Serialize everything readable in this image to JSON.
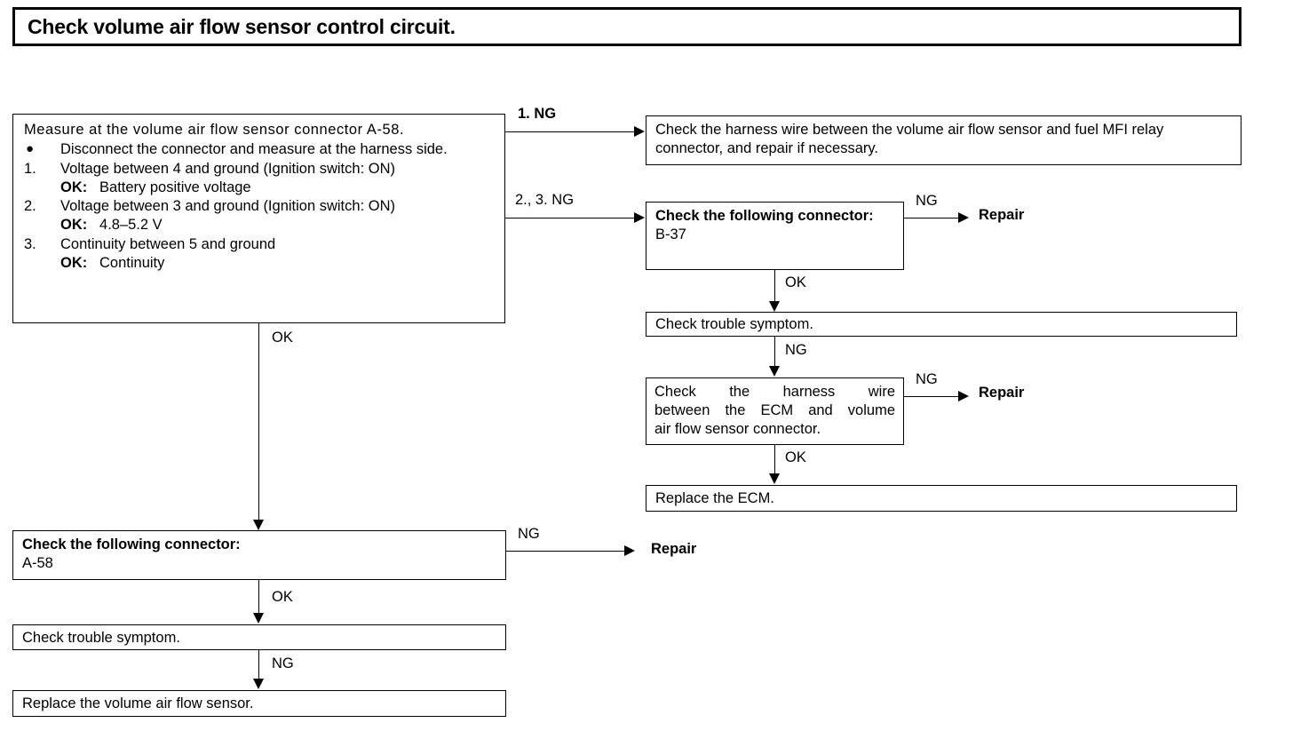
{
  "title": "Check volume air flow sensor control circuit.",
  "diagram_type": "troubleshooting-flowchart",
  "main_box": {
    "headline": "Measure at the volume air flow sensor connector A-58.",
    "items": [
      {
        "marker": "●",
        "text": "Disconnect the connector and measure at the harness side.",
        "sub": ""
      },
      {
        "marker": "1.",
        "text": "Voltage between 4 and ground (Ignition switch: ON)",
        "sub_label": "OK:",
        "sub": "Battery positive voltage"
      },
      {
        "marker": "2.",
        "text": "Voltage between 3 and ground (Ignition switch: ON)",
        "sub_label": "OK:",
        "sub": "4.8–5.2 V"
      },
      {
        "marker": "3.",
        "text": "Continuity between 5 and ground",
        "sub_label": "OK:",
        "sub": "Continuity"
      }
    ]
  },
  "boxes": {
    "harness_fuel": "Check the harness wire between the volume air flow sensor and fuel MFI relay connector, and repair if necessary.",
    "connector_b37": {
      "header": "Check the following connector:",
      "value": "B-37"
    },
    "symptom_right": "Check trouble symptom.",
    "harness_ecm_lines": [
      "Check the harness wire",
      "between the ECM and volume",
      "air flow sensor connector."
    ],
    "replace_ecm": "Replace the ECM.",
    "connector_a58": {
      "header": "Check the following connector:",
      "value": "A-58"
    },
    "symptom_left": "Check trouble symptom.",
    "replace_vafs": "Replace the volume air flow sensor."
  },
  "edge_labels": {
    "ng1": "1. NG",
    "ng23": "2., 3. NG",
    "ok_main": "OK",
    "ng_b37": "NG",
    "ok_b37": "OK",
    "ng_symptom_right": "NG",
    "ng_harness_ecm": "NG",
    "ok_harness_ecm": "OK",
    "ng_a58": "NG",
    "ok_a58": "OK",
    "ng_symptom_left": "NG"
  },
  "repair_labels": {
    "repair_b37": "Repair",
    "repair_harness_ecm": "Repair",
    "repair_a58": "Repair"
  },
  "colors": {
    "ink": "#000000",
    "paper": "#ffffff"
  }
}
